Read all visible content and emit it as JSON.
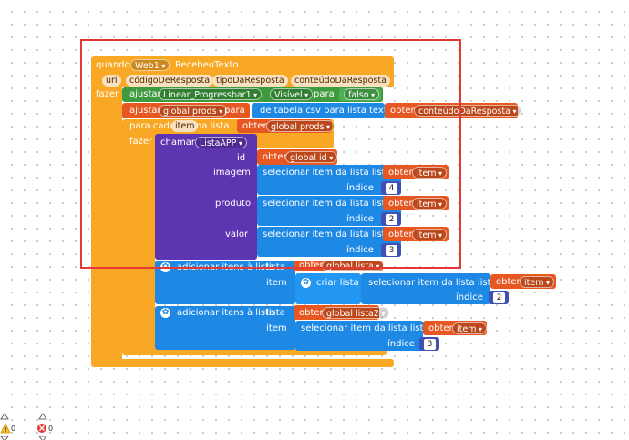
{
  "when_block": {
    "quando": "quando",
    "component": "Web1",
    "event": "RecebeuTexto",
    "params": [
      "url",
      "códigoDeResposta",
      "tipoDaResposta",
      "conteúdoDaResposta"
    ],
    "fazer": "fazer"
  },
  "set_visible": {
    "ajustar": "ajustar",
    "component": "Linear_Progressbar1",
    "dot": ".",
    "property": "Visível",
    "para": "para",
    "value": "falso"
  },
  "set_global": {
    "ajustar": "ajustar",
    "var": "global prods",
    "para": "para",
    "csv_label": "de tabela csv para lista  texto",
    "obter": "obter",
    "obter_value": "conteúdoDaResposta"
  },
  "foreach": {
    "label": "para cada",
    "item": "item",
    "na_lista": "na lista",
    "obter": "obter",
    "list": "global prods",
    "fazer": "fazer"
  },
  "call": {
    "chamar": "chamar",
    "proc": "ListaAPP",
    "id_label": "id",
    "id_obter": "obter",
    "id_value": "global id",
    "rows": [
      {
        "label": "imagem",
        "select": "selecionar item da lista  lista",
        "obter": "obter",
        "var": "item",
        "indice": "índice",
        "num": "4"
      },
      {
        "label": "produto",
        "select": "selecionar item da lista  lista",
        "obter": "obter",
        "var": "item",
        "indice": "índice",
        "num": "2"
      },
      {
        "label": "valor",
        "select": "selecionar item da lista  lista",
        "obter": "obter",
        "var": "item",
        "indice": "índice",
        "num": "3"
      }
    ]
  },
  "add1": {
    "label": "adicionar itens à lista",
    "lista": "lista",
    "obter": "obter",
    "list": "global lista",
    "item_label": "item",
    "criar": "criar lista",
    "select": "selecionar item da lista  lista",
    "obter2": "obter",
    "var": "item",
    "indice": "índice",
    "num": "2"
  },
  "add2": {
    "label": "adicionar itens à lista",
    "lista": "lista",
    "obter": "obter",
    "list": "global lista2",
    "item_label": "item",
    "select": "selecionar item da lista  lista",
    "obter2": "obter",
    "var": "item",
    "indice": "índice",
    "num": "3"
  },
  "status": {
    "warnings": "0",
    "errors": "0"
  },
  "colors": {
    "event": "#f9a825",
    "component": "#3e9a3e",
    "variable": "#e65722",
    "procedure": "#5e35b1",
    "list": "#1e88e5",
    "math": "#3f51b5",
    "highlight": "#e53935"
  }
}
